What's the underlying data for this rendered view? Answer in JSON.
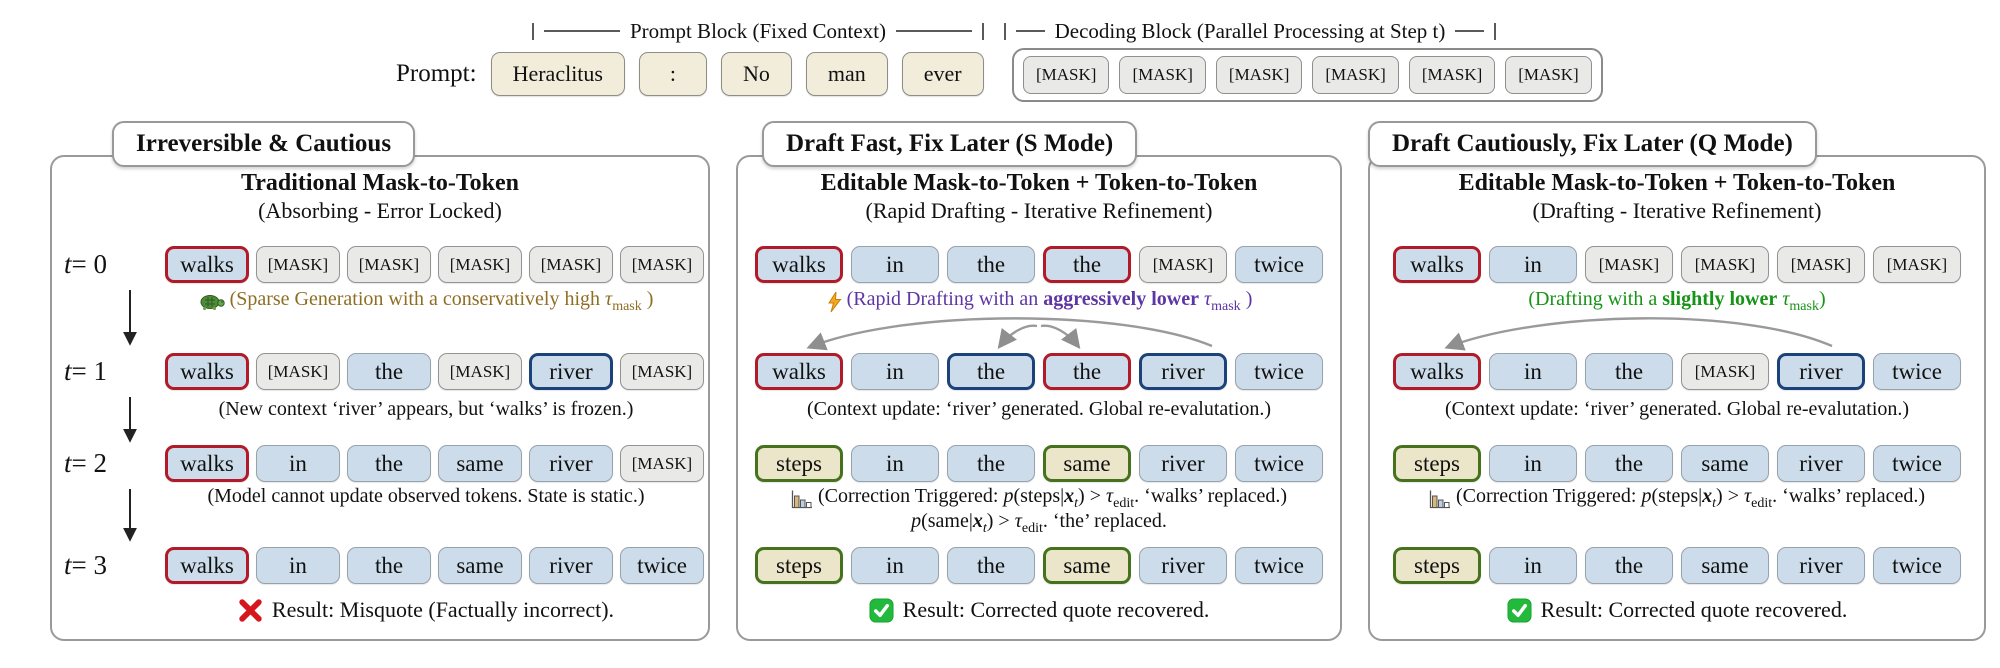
{
  "header": {
    "prompt_block_label": "Prompt Block (Fixed Context)",
    "decoding_block_label": "Decoding Block (Parallel Processing at Step t)",
    "prompt_label": "Prompt:",
    "prompt_tokens": [
      "Heraclitus",
      ":",
      "No",
      "man",
      "ever"
    ],
    "decoding_tokens": [
      "[MASK]",
      "[MASK]",
      "[MASK]",
      "[MASK]",
      "[MASK]",
      "[MASK]"
    ]
  },
  "colors": {
    "token_fill_blue": "#ccdcea",
    "token_fill_mask": "#e9e9e7",
    "token_fill_cream": "#f2eddb",
    "token_fill_green_cream": "#ebe5c9",
    "border_red": "#b11a28",
    "border_navy": "#1c4379",
    "border_green": "#47721d",
    "caption_brown": "#8f6e24",
    "caption_purple": "#5d35a5",
    "caption_green": "#169416",
    "result_red": "#d6161d",
    "result_green": "#23b93c"
  },
  "panels": [
    {
      "badge": "Irreversible & Cautious",
      "title": "Traditional Mask-to-Token",
      "subtitle": "(Absorbing - Error Locked)",
      "rows": [
        {
          "label_html": "<i>t</i> = 0",
          "tokens": [
            {
              "text": "walks",
              "style": "red"
            },
            {
              "text": "[MASK]",
              "style": "mask"
            },
            {
              "text": "[MASK]",
              "style": "mask"
            },
            {
              "text": "[MASK]",
              "style": "mask"
            },
            {
              "text": "[MASK]",
              "style": "mask"
            },
            {
              "text": "[MASK]",
              "style": "mask"
            }
          ],
          "caption": {
            "icon": "turtle-icon",
            "color": "brown",
            "html": "(Sparse Generation with a conservatively high <i>τ</i><sub>mask</sub> )"
          }
        },
        {
          "label_html": "<i>t</i> = 1",
          "tokens": [
            {
              "text": "walks",
              "style": "red"
            },
            {
              "text": "[MASK]",
              "style": "mask"
            },
            {
              "text": "the",
              "style": "blue"
            },
            {
              "text": "[MASK]",
              "style": "mask"
            },
            {
              "text": "river",
              "style": "navy"
            },
            {
              "text": "[MASK]",
              "style": "mask"
            }
          ],
          "caption": {
            "icon": null,
            "color": "black",
            "html": "(New context ‘river’ appears, but ‘walks’ is frozen.)"
          }
        },
        {
          "label_html": "<i>t</i> = 2",
          "tokens": [
            {
              "text": "walks",
              "style": "red"
            },
            {
              "text": "in",
              "style": "blue"
            },
            {
              "text": "the",
              "style": "blue"
            },
            {
              "text": "same",
              "style": "blue"
            },
            {
              "text": "river",
              "style": "blue"
            },
            {
              "text": "[MASK]",
              "style": "mask"
            }
          ],
          "caption": {
            "icon": null,
            "color": "black",
            "html": "(Model cannot update observed tokens. State is static.)"
          }
        },
        {
          "label_html": "<i>t</i> = 3",
          "tokens": [
            {
              "text": "walks",
              "style": "red"
            },
            {
              "text": "in",
              "style": "blue"
            },
            {
              "text": "the",
              "style": "blue"
            },
            {
              "text": "same",
              "style": "blue"
            },
            {
              "text": "river",
              "style": "blue"
            },
            {
              "text": "twice",
              "style": "blue"
            }
          ],
          "caption": null
        }
      ],
      "result": {
        "icon": "cross-icon",
        "text": "Result: Misquote (Factually incorrect)."
      }
    },
    {
      "badge": "Draft Fast, Fix Later (S Mode)",
      "title": "Editable Mask-to-Token + Token-to-Token",
      "subtitle": "(Rapid Drafting - Iterative Refinement)",
      "rows": [
        {
          "label_html": null,
          "tokens": [
            {
              "text": "walks",
              "style": "red"
            },
            {
              "text": "in",
              "style": "blue"
            },
            {
              "text": "the",
              "style": "blue"
            },
            {
              "text": "the",
              "style": "red"
            },
            {
              "text": "[MASK]",
              "style": "mask"
            },
            {
              "text": "twice",
              "style": "blue"
            }
          ],
          "caption": {
            "icon": "lightning-icon",
            "color": "purple",
            "html": "(Rapid Drafting with an <b>aggressively lower</b> <i>τ</i><sub>mask</sub> )"
          }
        },
        {
          "label_html": null,
          "tokens": [
            {
              "text": "walks",
              "style": "red"
            },
            {
              "text": "in",
              "style": "blue"
            },
            {
              "text": "the",
              "style": "navy"
            },
            {
              "text": "the",
              "style": "red"
            },
            {
              "text": "river",
              "style": "navy"
            },
            {
              "text": "twice",
              "style": "blue"
            }
          ],
          "caption": {
            "icon": null,
            "color": "black",
            "html": "(Context update: ‘river’ generated. Global re-evalutation.)"
          }
        },
        {
          "label_html": null,
          "tokens": [
            {
              "text": "steps",
              "style": "green"
            },
            {
              "text": "in",
              "style": "blue"
            },
            {
              "text": "the",
              "style": "blue"
            },
            {
              "text": "same",
              "style": "green"
            },
            {
              "text": "river",
              "style": "blue"
            },
            {
              "text": "twice",
              "style": "blue"
            }
          ],
          "caption": {
            "icon": "bar-chart-icon",
            "color": "black",
            "html": "(Correction Triggered: <i>p</i>(steps|<b><i>x</i></b><sub><i>t</i></sub>) &gt; <i>τ</i><sub>edit</sub>. ‘walks’ replaced.)",
            "line2_html": "<i>p</i>(same|<b><i>x</i></b><sub><i>t</i></sub>) &gt; <i>τ</i><sub>edit</sub>. ‘the’ replaced."
          }
        },
        {
          "label_html": null,
          "tokens": [
            {
              "text": "steps",
              "style": "green"
            },
            {
              "text": "in",
              "style": "blue"
            },
            {
              "text": "the",
              "style": "blue"
            },
            {
              "text": "same",
              "style": "green"
            },
            {
              "text": "river",
              "style": "blue"
            },
            {
              "text": "twice",
              "style": "blue"
            }
          ],
          "caption": null
        }
      ],
      "result": {
        "icon": "check-icon",
        "text": "Result: Corrected quote recovered."
      }
    },
    {
      "badge": "Draft Cautiously, Fix Later (Q Mode)",
      "title": "Editable Mask-to-Token + Token-to-Token",
      "subtitle": "(Drafting - Iterative Refinement)",
      "rows": [
        {
          "label_html": null,
          "tokens": [
            {
              "text": "walks",
              "style": "red"
            },
            {
              "text": "in",
              "style": "blue"
            },
            {
              "text": "[MASK]",
              "style": "mask"
            },
            {
              "text": "[MASK]",
              "style": "mask"
            },
            {
              "text": "[MASK]",
              "style": "mask"
            },
            {
              "text": "[MASK]",
              "style": "mask"
            }
          ],
          "caption": {
            "icon": null,
            "color": "green",
            "html": "(Drafting with a <b>slightly lower</b> <i>τ</i><sub>mask</sub>)"
          }
        },
        {
          "label_html": null,
          "tokens": [
            {
              "text": "walks",
              "style": "red"
            },
            {
              "text": "in",
              "style": "blue"
            },
            {
              "text": "the",
              "style": "blue"
            },
            {
              "text": "[MASK]",
              "style": "mask"
            },
            {
              "text": "river",
              "style": "navy"
            },
            {
              "text": "twice",
              "style": "blue"
            }
          ],
          "caption": {
            "icon": null,
            "color": "black",
            "html": "(Context update: ‘river’ generated. Global re-evalutation.)"
          }
        },
        {
          "label_html": null,
          "tokens": [
            {
              "text": "steps",
              "style": "green"
            },
            {
              "text": "in",
              "style": "blue"
            },
            {
              "text": "the",
              "style": "blue"
            },
            {
              "text": "same",
              "style": "blue"
            },
            {
              "text": "river",
              "style": "blue"
            },
            {
              "text": "twice",
              "style": "blue"
            }
          ],
          "caption": {
            "icon": "bar-chart-icon",
            "color": "black",
            "html": "(Correction Triggered: <i>p</i>(steps|<b><i>x</i></b><sub><i>t</i></sub>) &gt; <i>τ</i><sub>edit</sub>. ‘walks’ replaced.)"
          }
        },
        {
          "label_html": null,
          "tokens": [
            {
              "text": "steps",
              "style": "green"
            },
            {
              "text": "in",
              "style": "blue"
            },
            {
              "text": "the",
              "style": "blue"
            },
            {
              "text": "same",
              "style": "blue"
            },
            {
              "text": "river",
              "style": "blue"
            },
            {
              "text": "twice",
              "style": "blue"
            }
          ],
          "caption": null
        }
      ],
      "result": {
        "icon": "check-icon",
        "text": "Result: Corrected quote recovered."
      }
    }
  ]
}
